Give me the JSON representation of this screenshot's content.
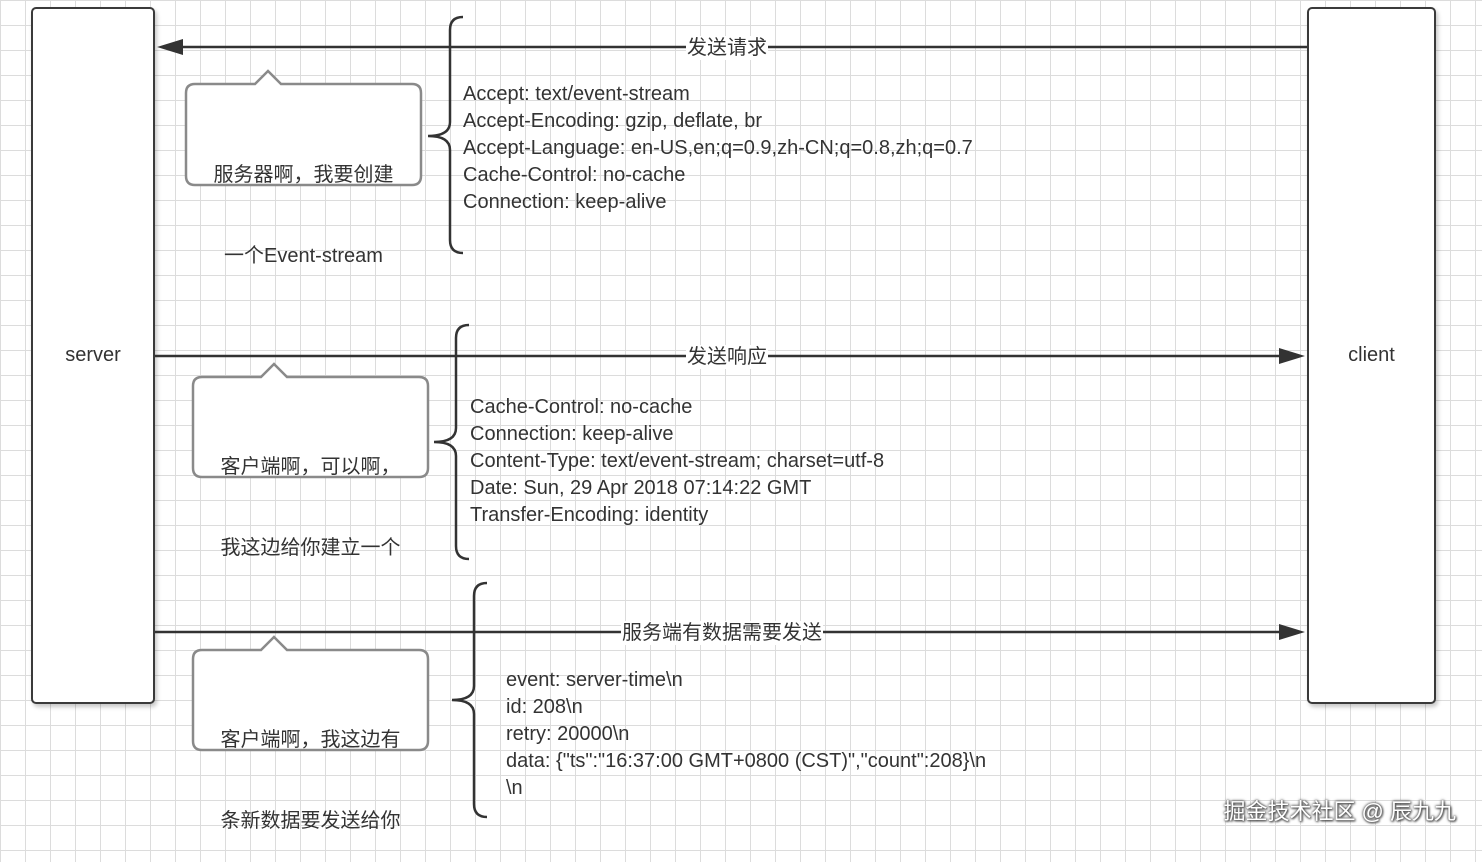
{
  "lanes": {
    "server": "server",
    "client": "client"
  },
  "messages": [
    {
      "label": "发送请求",
      "direction": "client-to-server",
      "note": [
        "服务器啊，我要创建",
        "一个Event-stream"
      ],
      "headers": [
        "Accept: text/event-stream",
        "Accept-Encoding: gzip, deflate, br",
        "Accept-Language: en-US,en;q=0.9,zh-CN;q=0.8,zh;q=0.7",
        "Cache-Control: no-cache",
        "Connection: keep-alive"
      ]
    },
    {
      "label": "发送响应",
      "direction": "server-to-client",
      "note": [
        "客户端啊，可以啊，",
        "我这边给你建立一个"
      ],
      "headers": [
        "Cache-Control: no-cache",
        "Connection: keep-alive",
        "Content-Type: text/event-stream; charset=utf-8",
        "Date: Sun, 29 Apr 2018 07:14:22 GMT",
        "Transfer-Encoding: identity"
      ]
    },
    {
      "label": "服务端有数据需要发送",
      "direction": "server-to-client",
      "note": [
        "客户端啊，我这边有",
        "条新数据要发送给你"
      ],
      "headers": [
        "event: server-time\\n",
        "id: 208\\n",
        "retry: 20000\\n",
        "data: {\"ts\":\"16:37:00 GMT+0800 (CST)\",\"count\":208}\\n",
        "\\n"
      ]
    }
  ],
  "watermark": "掘金技术社区 @ 辰九九"
}
